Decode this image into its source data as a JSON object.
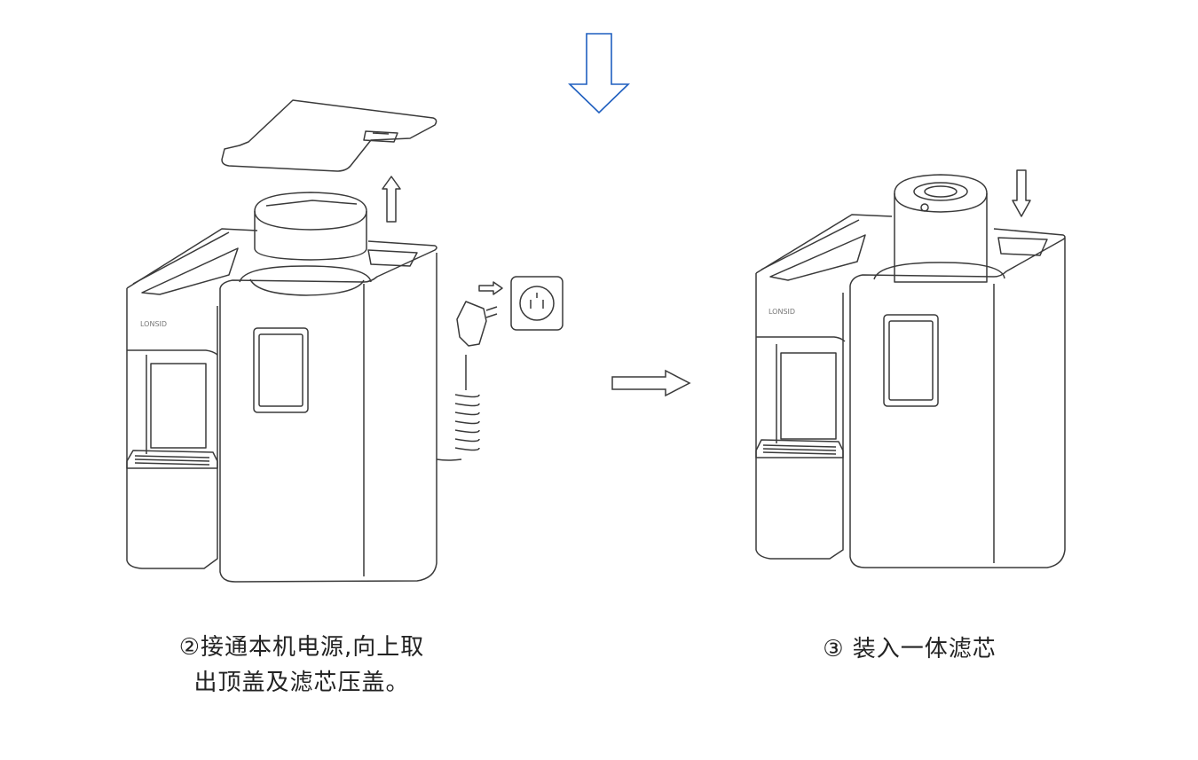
{
  "brand": "LONSID",
  "colors": {
    "accent_arrow": "#1f5fbf",
    "line": "#3a3a3a",
    "text": "#222222"
  },
  "icons": [
    "down-arrow-icon",
    "up-arrow-icon",
    "right-arrow-icon",
    "plug-arrow-icon",
    "power-outlet-icon"
  ],
  "steps": [
    {
      "caption_line1": "②接通本机电源,向上取",
      "caption_line2": "出顶盖及滤芯压盖。"
    },
    {
      "caption": "③ 装入一体滤芯"
    }
  ]
}
